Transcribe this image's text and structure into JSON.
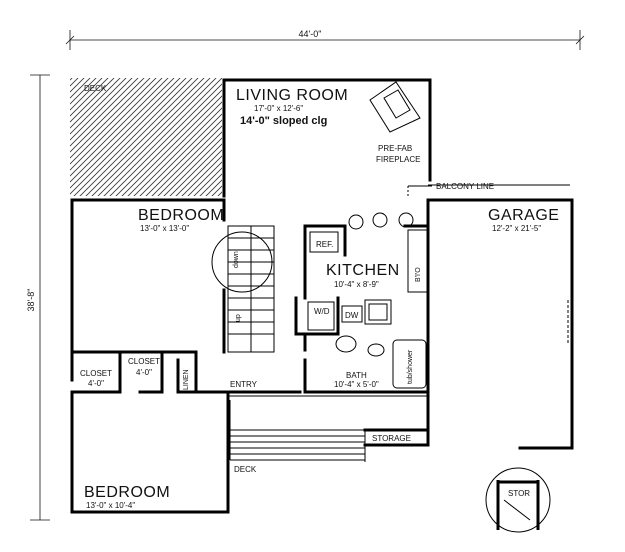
{
  "dimensions": {
    "overall_width": "44'-0\"",
    "overall_depth": "38'-8\""
  },
  "rooms": {
    "deck_upper": "DECK",
    "living_room": {
      "name": "LIVING ROOM",
      "size": "17'-0\" x 12'-6\"",
      "note": "14'-0\" sloped clg"
    },
    "fireplace": {
      "line1": "PRE-FAB",
      "line2": "FIREPLACE"
    },
    "balcony_line": "BALCONY LINE",
    "bedroom1": {
      "name": "BEDROOM",
      "size": "13'-0\" x 13'-0\""
    },
    "garage": {
      "name": "GARAGE",
      "size": "12'-2\" x 21'-5\""
    },
    "kitchen": {
      "name": "KITCHEN",
      "size": "10'-4\" x 8'-9\""
    },
    "ref": "REF.",
    "wd": "W/D",
    "dw": "DW",
    "bio": "B'I'O",
    "closet1": {
      "name": "CLOSET",
      "size": "4'-0\""
    },
    "closet2": {
      "name": "CLOSET",
      "size": "4'-0\""
    },
    "linen": "LINEN",
    "entry": "ENTRY",
    "bath": {
      "name": "BATH",
      "size": "10'-4\" x 5'-0\""
    },
    "tub": "tub/shower",
    "storage": "STORAGE",
    "deck_lower": "DECK",
    "bedroom2": {
      "name": "BEDROOM",
      "size": "13'-0\" x 10'-4\""
    },
    "stor": "STOR",
    "stair_down": "down",
    "stair_up": "up"
  }
}
